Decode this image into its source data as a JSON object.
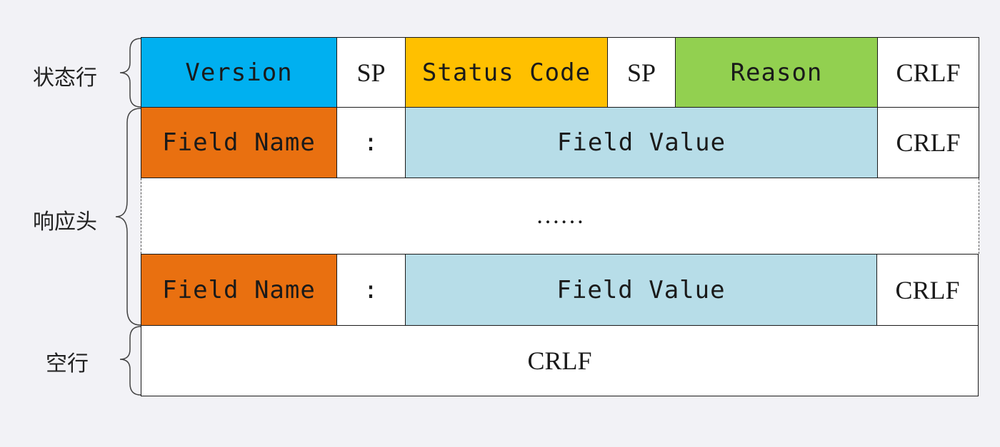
{
  "groups": {
    "status_line": "状态行",
    "response_headers": "响应头",
    "blank_line": "空行"
  },
  "status_line": {
    "version": "Version",
    "sp1": "SP",
    "status_code": "Status Code",
    "sp2": "SP",
    "reason": "Reason",
    "crlf": "CRLF"
  },
  "header_row_1": {
    "field_name": "Field Name",
    "colon": ":",
    "field_value": "Field Value",
    "crlf": "CRLF"
  },
  "ellipsis": "……",
  "header_row_2": {
    "field_name": "Field Name",
    "colon": ":",
    "field_value": "Field Value",
    "crlf": "CRLF"
  },
  "blank_line": {
    "crlf": "CRLF"
  },
  "colors": {
    "version": "#00b0f0",
    "status_code": "#ffc000",
    "reason": "#92d050",
    "field_name": "#e97010",
    "field_value": "#b7dde8"
  }
}
